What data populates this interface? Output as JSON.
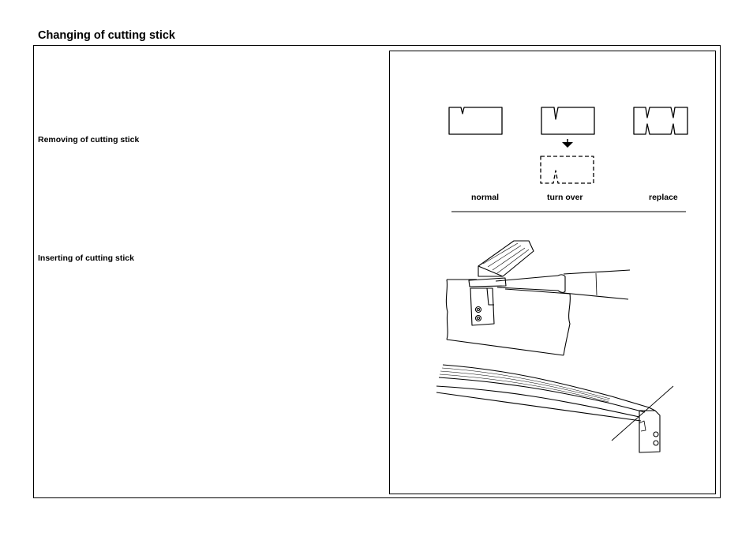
{
  "page": {
    "title": "Changing of cutting stick"
  },
  "sections": {
    "removing_heading": "Removing of cutting stick",
    "inserting_heading": "Inserting of cutting stick"
  },
  "figure": {
    "labels": {
      "normal": "normal",
      "turn_over": "turn over",
      "replace": "replace"
    }
  }
}
